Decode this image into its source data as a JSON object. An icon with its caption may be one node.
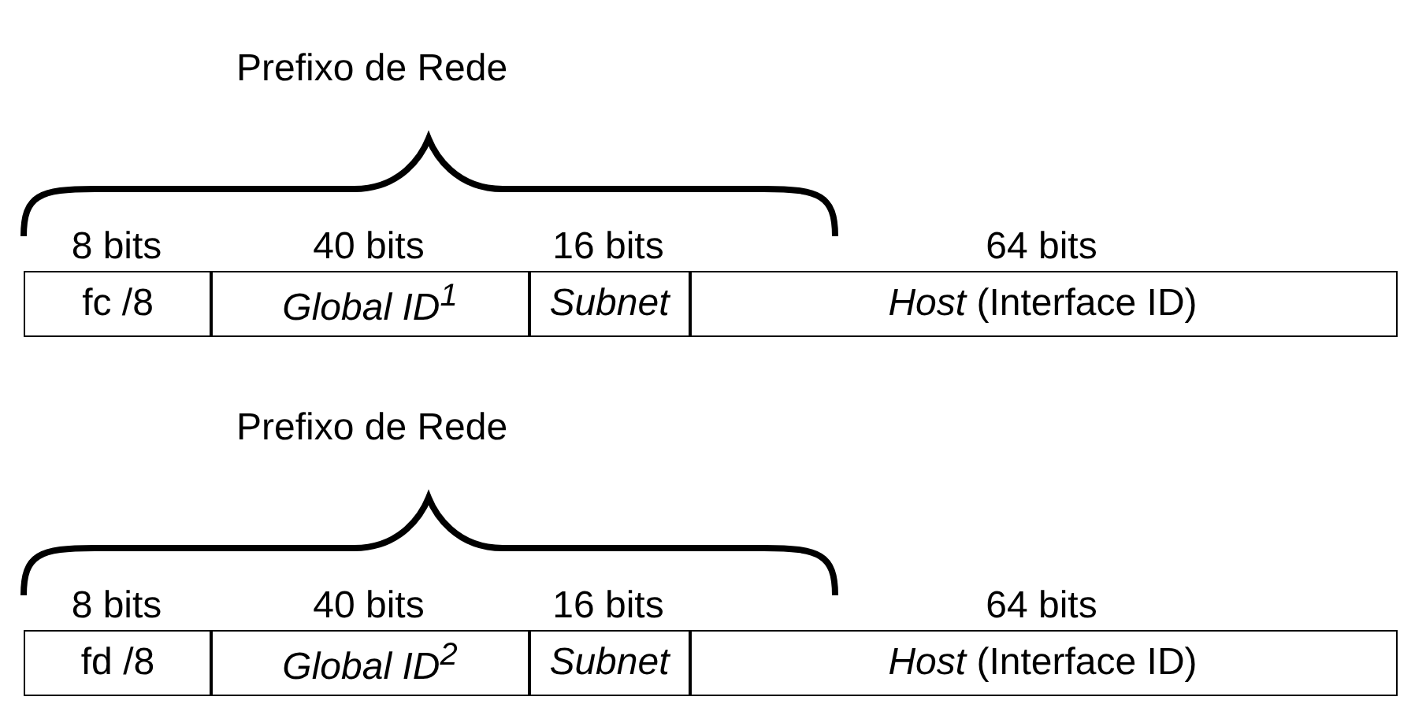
{
  "diagram": {
    "labels": [
      "Prefixo de Rede",
      "8 bits",
      "40 bits",
      "16 bits",
      "64 bits",
      "fc /8",
      "Global ID$^{1}$",
      "Subnet",
      "*Host* (Interface ID)",
      "Prefixo de Rede",
      "8 bits",
      "40 bits",
      "16 bits",
      "64 bits",
      "fd /8",
      "Global ID$^{2}$",
      "Subnet",
      "*Host* (Interface ID)"
    ]
  }
}
